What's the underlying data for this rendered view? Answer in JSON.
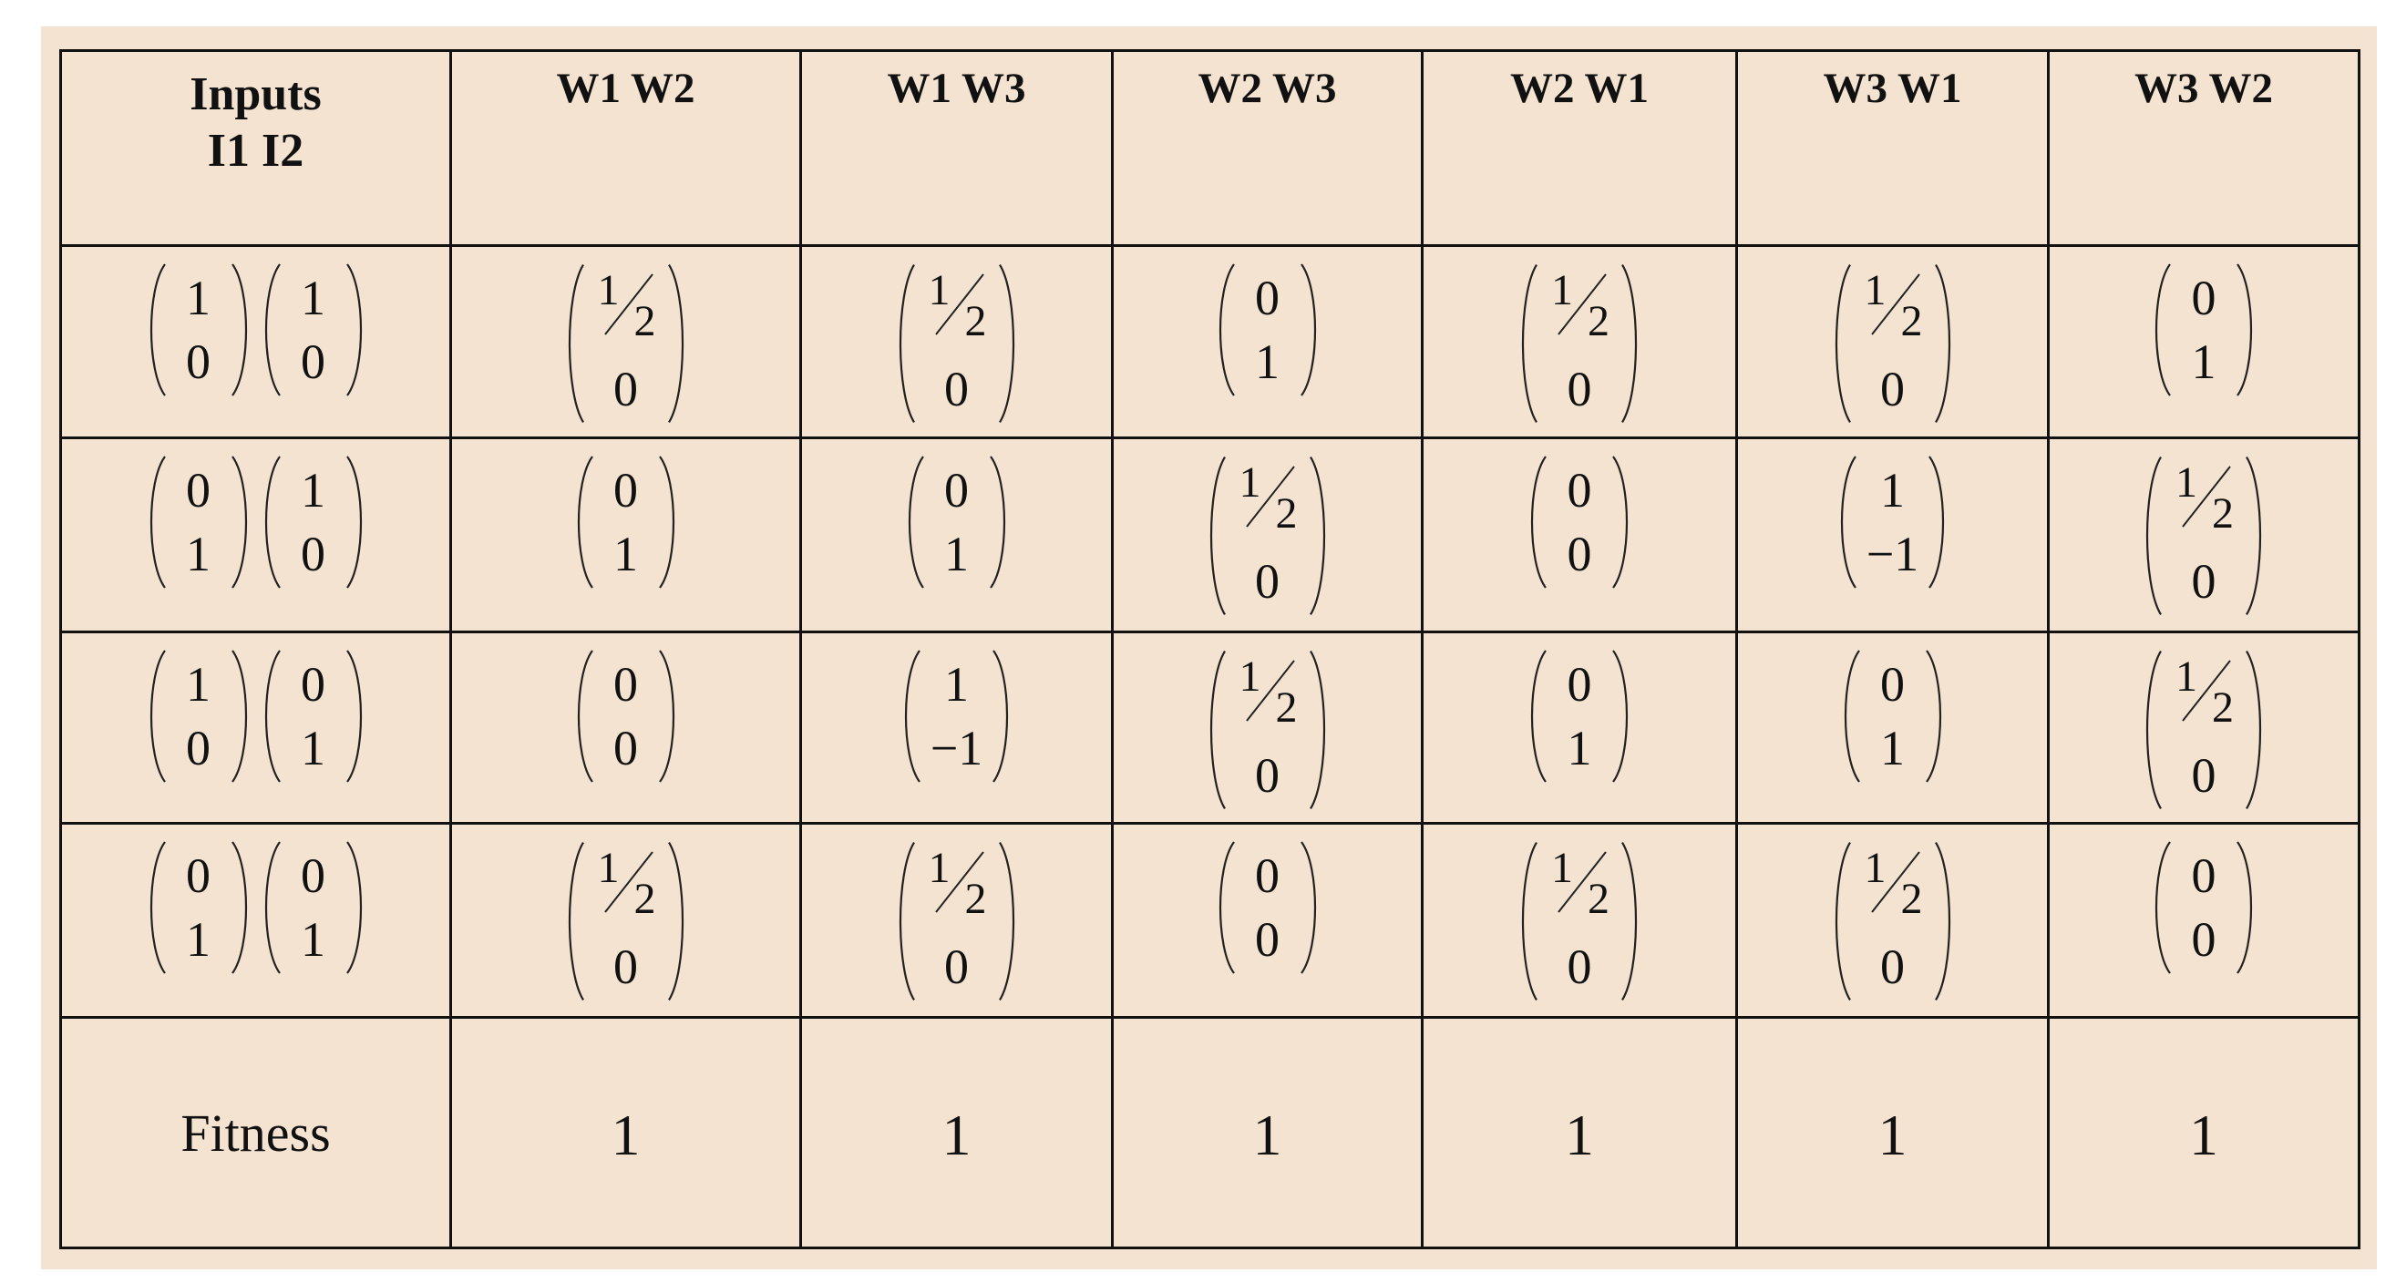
{
  "table": {
    "header": [
      "Inputs\nI1 I2",
      "W1 W2",
      "W1 W3",
      "W2 W3",
      "W2 W1",
      "W3 W1",
      "W3 W2"
    ],
    "header_first_lines": [
      "Inputs",
      "I1 I2"
    ],
    "rows": [
      {
        "inputs": [
          [
            "1",
            "0"
          ],
          [
            "1",
            "0"
          ]
        ],
        "cells": [
          [
            "1/2",
            "0"
          ],
          [
            "1/2",
            "0"
          ],
          [
            "0",
            "1"
          ],
          [
            "1/2",
            "0"
          ],
          [
            "1/2",
            "0"
          ],
          [
            "0",
            "1"
          ]
        ]
      },
      {
        "inputs": [
          [
            "0",
            "1"
          ],
          [
            "1",
            "0"
          ]
        ],
        "cells": [
          [
            "0",
            "1"
          ],
          [
            "0",
            "1"
          ],
          [
            "1/2",
            "0"
          ],
          [
            "0",
            "0"
          ],
          [
            "1",
            "−1"
          ],
          [
            "1/2",
            "0"
          ]
        ]
      },
      {
        "inputs": [
          [
            "1",
            "0"
          ],
          [
            "0",
            "1"
          ]
        ],
        "cells": [
          [
            "0",
            "0"
          ],
          [
            "1",
            "−1"
          ],
          [
            "1/2",
            "0"
          ],
          [
            "0",
            "1"
          ],
          [
            "0",
            "1"
          ],
          [
            "1/2",
            "0"
          ]
        ]
      },
      {
        "inputs": [
          [
            "0",
            "1"
          ],
          [
            "0",
            "1"
          ]
        ],
        "cells": [
          [
            "1/2",
            "0"
          ],
          [
            "1/2",
            "0"
          ],
          [
            "0",
            "0"
          ],
          [
            "1/2",
            "0"
          ],
          [
            "1/2",
            "0"
          ],
          [
            "0",
            "0"
          ]
        ]
      }
    ],
    "fitness_label": "Fitness",
    "fitness": [
      "1",
      "1",
      "1",
      "1",
      "1",
      "1"
    ]
  },
  "colors": {
    "background": "#F4E3D0",
    "border": "#111111"
  }
}
